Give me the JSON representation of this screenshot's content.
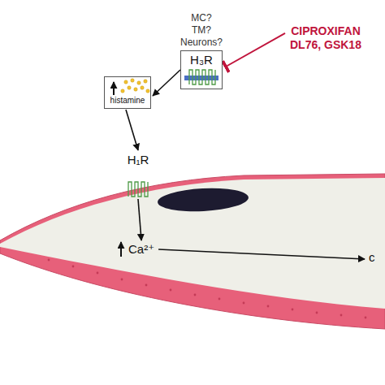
{
  "diagram": {
    "nodes": [
      {
        "text": [
          "MC? TM? Neurons?",
          "H₃R"
        ]
      },
      {
        "text": [
          "histamine"
        ]
      },
      {
        "text": [
          "H₁R"
        ]
      },
      {
        "text": [
          "Ca²⁺"
        ]
      },
      {
        "text": [
          "CIPROXIFAN",
          "DL76, GSK18"
        ]
      },
      {
        "text": [
          "c"
        ]
      }
    ],
    "edges": [
      {
        "from": 0,
        "to": 1,
        "arrow": "to"
      },
      {
        "from": 1,
        "to": 2,
        "arrow": "to"
      },
      {
        "from": 2,
        "to": 3,
        "arrow": "to"
      },
      {
        "from": 3,
        "to": 5,
        "arrow": "to"
      },
      {
        "from": 4,
        "to": 0,
        "arrow": "to"
      }
    ]
  }
}
